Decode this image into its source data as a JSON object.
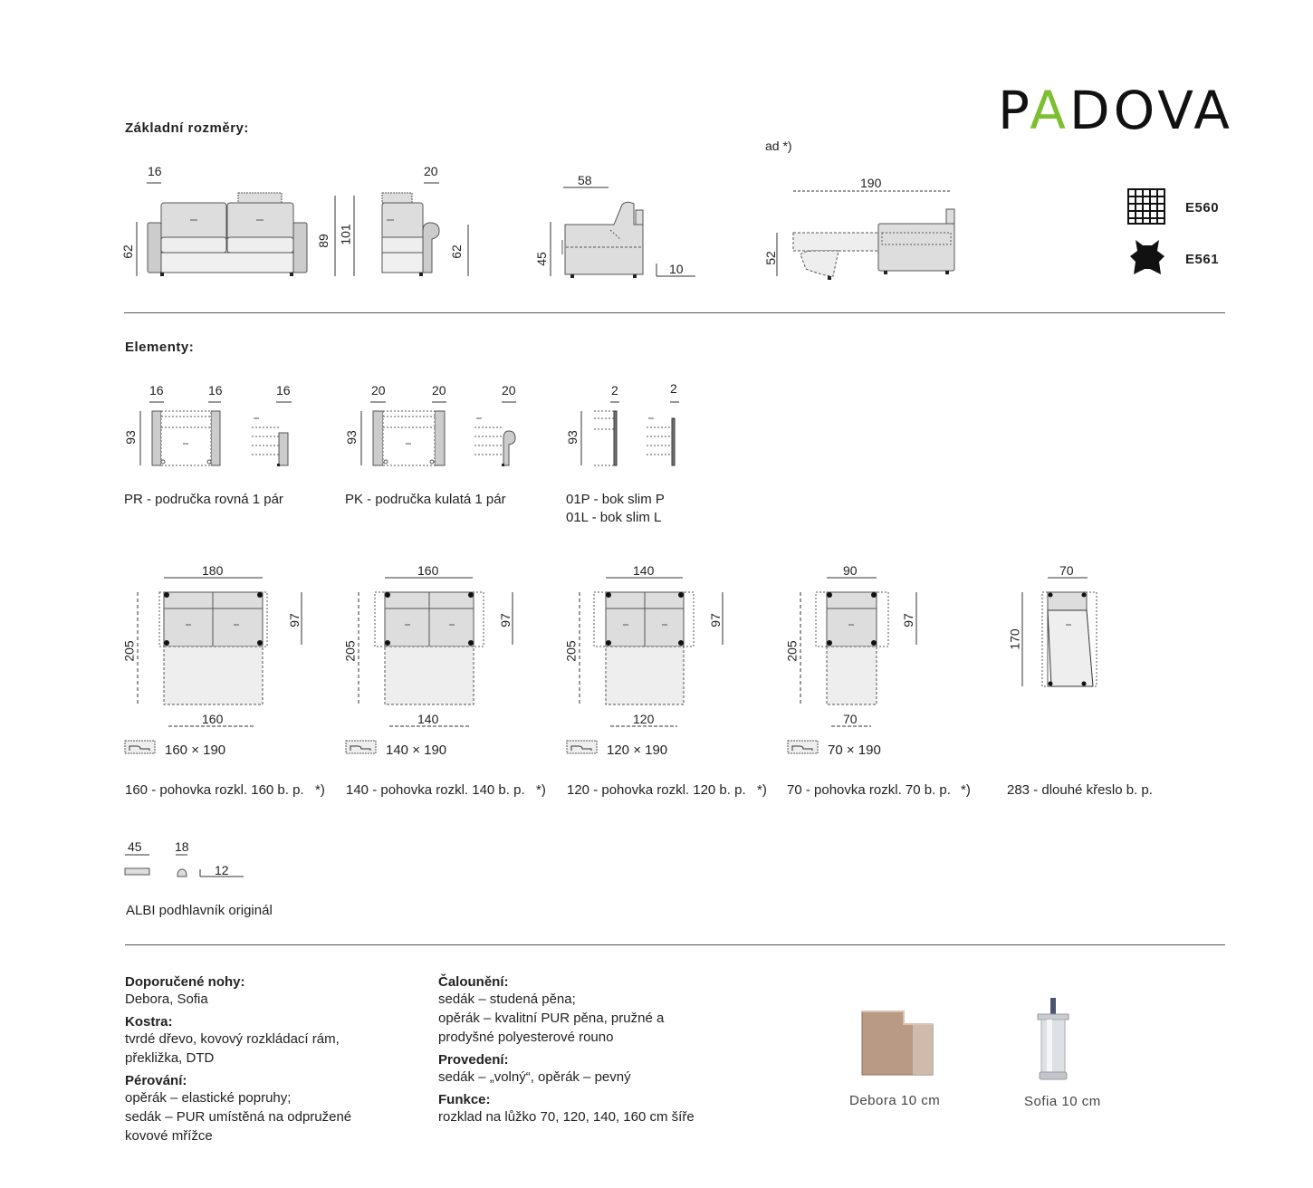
{
  "brand": {
    "prefix": "P",
    "accent": "A",
    "suffix": "DOVA",
    "accent_color": "#7cbf2f"
  },
  "sections": {
    "basic": "Základní rozměry:",
    "elements": "Elementy:",
    "ad_note": "ad *)"
  },
  "basic_dims": {
    "front_left": "16",
    "front_height": "62",
    "side_width": "20",
    "side_h1": "89",
    "side_h2": "101",
    "side_seat": "62",
    "depth": "58",
    "seat_h": "45",
    "leg": "10",
    "bed_len": "190",
    "bed_h": "52"
  },
  "materials": [
    {
      "icon": "fabric-weave-icon",
      "code": "E560"
    },
    {
      "icon": "leather-hide-icon",
      "code": "E561"
    }
  ],
  "armrests": [
    {
      "d1": "16",
      "d2": "16",
      "d3": "16",
      "h": "93",
      "label": "PR - područka rovná 1 pár"
    },
    {
      "d1": "20",
      "d2": "20",
      "d3": "20",
      "h": "93",
      "label": "PK - područka kulatá 1 pár"
    },
    {
      "d1": "2",
      "d2": "2",
      "h": "93",
      "label1": "01P - bok slim P",
      "label2": "01L - bok slim L"
    }
  ],
  "sofas": [
    {
      "w": "180",
      "depth": "205",
      "back": "97",
      "bed_w": "160",
      "bed_size": "160 × 190",
      "label": "160 - pohovka rozkl. 160 b. p.",
      "note": "*)"
    },
    {
      "w": "160",
      "depth": "205",
      "back": "97",
      "bed_w": "140",
      "bed_size": "140 × 190",
      "label": "140 - pohovka rozkl. 140 b. p.",
      "note": "*)"
    },
    {
      "w": "140",
      "depth": "205",
      "back": "97",
      "bed_w": "120",
      "bed_size": "120 × 190",
      "label": "120 - pohovka rozkl. 120 b. p.",
      "note": "*)"
    },
    {
      "w": "90",
      "depth": "205",
      "back": "97",
      "bed_w": "70",
      "bed_size": "70 × 190",
      "label": "70 - pohovka rozkl. 70 b. p.",
      "note": "*)"
    }
  ],
  "chaise": {
    "w": "70",
    "depth": "170",
    "label": "283 - dlouhé křeslo b. p."
  },
  "pillow": {
    "w": "45",
    "d": "18",
    "h": "12",
    "label": "ALBI podhlavník originál"
  },
  "specs_left": [
    {
      "h": "Doporučené nohy:",
      "v": [
        "Debora, Sofia"
      ]
    },
    {
      "h": "Kostra:",
      "v": [
        "tvrdé dřevo, kovový rozkládací rám,",
        "překližka, DTD"
      ]
    },
    {
      "h": "Pérování:",
      "v": [
        "opěrák – elastické popruhy;",
        "sedák – PUR umístěná na odpružené",
        "kovové mřížce"
      ]
    }
  ],
  "specs_right": [
    {
      "h": "Čalounění:",
      "v": [
        "sedák – studená pěna;",
        "opěrák – kvalitní PUR pěna, pružné a",
        "prodyšné polyesterové rouno"
      ]
    },
    {
      "h": "Provedení:",
      "v": [
        "sedák – „volný“, opěrák – pevný"
      ]
    },
    {
      "h": "Funkce:",
      "v": [
        "rozklad na lůžko 70, 120, 140, 160 cm šíře"
      ]
    }
  ],
  "legs": [
    {
      "icon": "debora-leg-image",
      "label": "Debora 10 cm"
    },
    {
      "icon": "sofia-leg-image",
      "label": "Sofia 10 cm"
    }
  ]
}
